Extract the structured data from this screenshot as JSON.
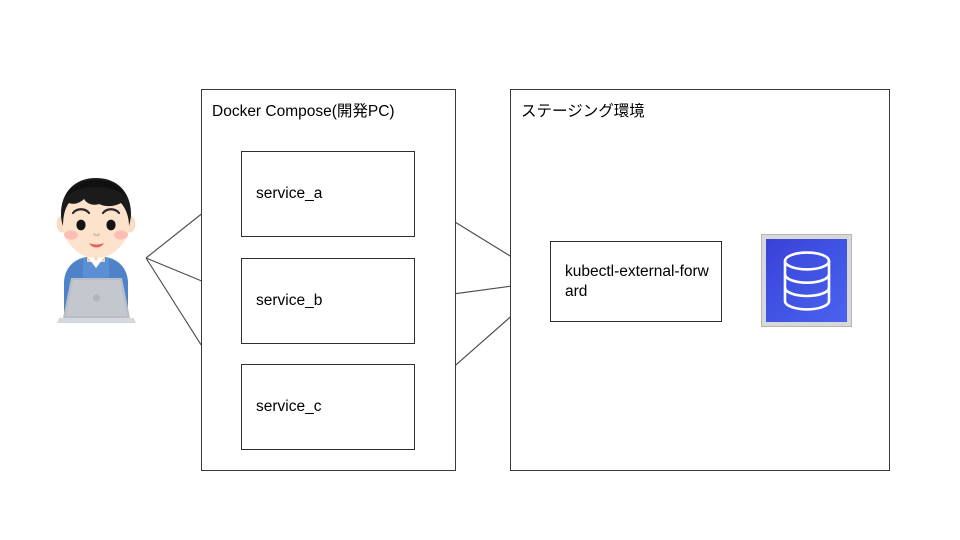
{
  "diagram": {
    "type": "architecture-flow-diagram",
    "background_color": "#ffffff",
    "line_color": "#4d4d4d",
    "text_color": "#000000",
    "groups": [
      {
        "id": "docker-compose",
        "title": "Docker Compose(開発PC)",
        "border_color": "#3b3b3b",
        "nodes": [
          {
            "id": "service-a",
            "label": "service_a"
          },
          {
            "id": "service-b",
            "label": "service_b"
          },
          {
            "id": "service-c",
            "label": "service_c"
          }
        ]
      },
      {
        "id": "staging",
        "title": "ステージング環境",
        "border_color": "#3b3b3b",
        "nodes": [
          {
            "id": "kubectl-external-forward",
            "label": "kubectl-external-forward"
          }
        ]
      }
    ],
    "actors": [
      {
        "id": "developer",
        "icon": "person-with-laptop-illustration"
      }
    ],
    "resources": [
      {
        "id": "database",
        "icon": "database-icon",
        "color": "#3f52e3"
      }
    ],
    "edges": [
      {
        "from": "developer",
        "to": "service-a"
      },
      {
        "from": "developer",
        "to": "service-b"
      },
      {
        "from": "developer",
        "to": "service-c"
      },
      {
        "from": "service-a",
        "to": "kubectl-external-forward"
      },
      {
        "from": "service-b",
        "to": "kubectl-external-forward"
      },
      {
        "from": "service-c",
        "to": "kubectl-external-forward"
      },
      {
        "from": "kubectl-external-forward",
        "to": "database"
      }
    ]
  }
}
